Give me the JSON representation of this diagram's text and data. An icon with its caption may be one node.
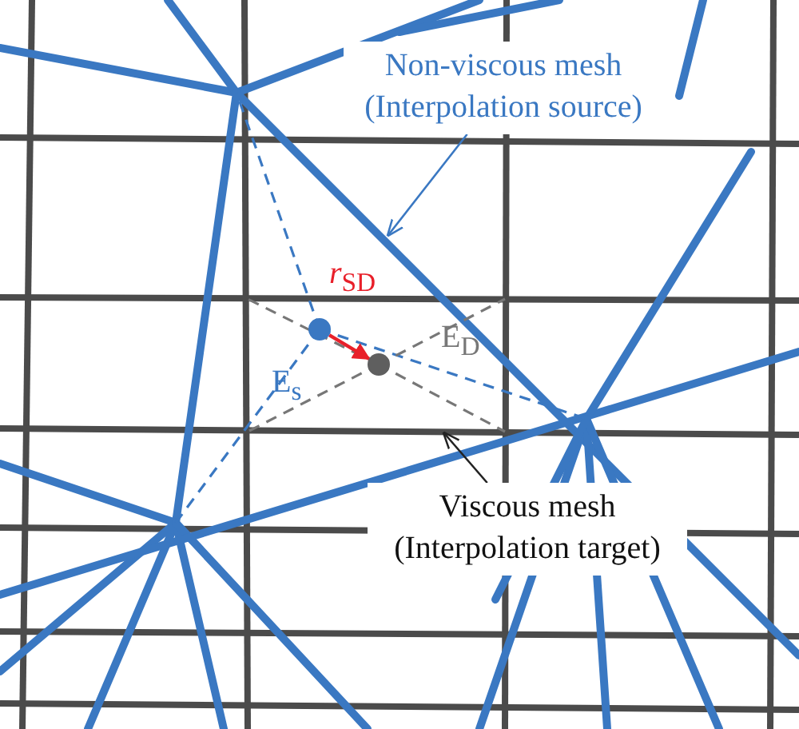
{
  "diagram": {
    "nodes": [
      {
        "text": [
          "Non-viscous mesh (Interpolation source)"
        ]
      },
      {
        "text": [
          "Viscous mesh (Interpolation target)"
        ]
      },
      {
        "text": [],
        "shape": "circle"
      },
      {
        "text": [],
        "shape": "circle"
      }
    ],
    "edges": [
      {
        "from": 0,
        "to": null,
        "arrow": "to",
        "color": "#3a78c2"
      },
      {
        "from": 1,
        "to": null,
        "arrow": "to",
        "color": "#222222"
      },
      {
        "from": 2,
        "to": 3,
        "arrow": "to",
        "label": "*r*$_{SD}$",
        "color": "#e8202a"
      }
    ],
    "labels": [
      "E$_{D}$",
      "E$_{s}$"
    ]
  }
}
